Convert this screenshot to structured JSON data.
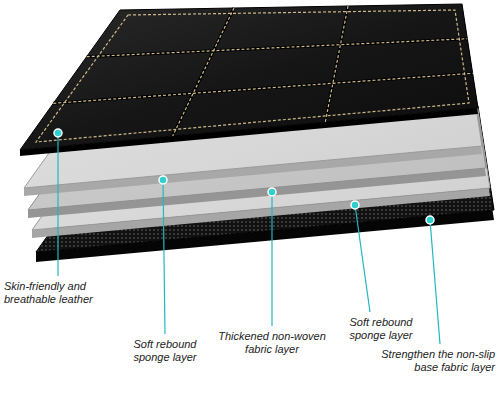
{
  "diagram": {
    "labels": [
      "Skin-friendly and breathable leather",
      "Soft rebound sponge layer",
      "Thickened non-woven fabric layer",
      "Soft rebound sponge layer",
      "Strengthen the non-slip base fabric layer"
    ]
  }
}
